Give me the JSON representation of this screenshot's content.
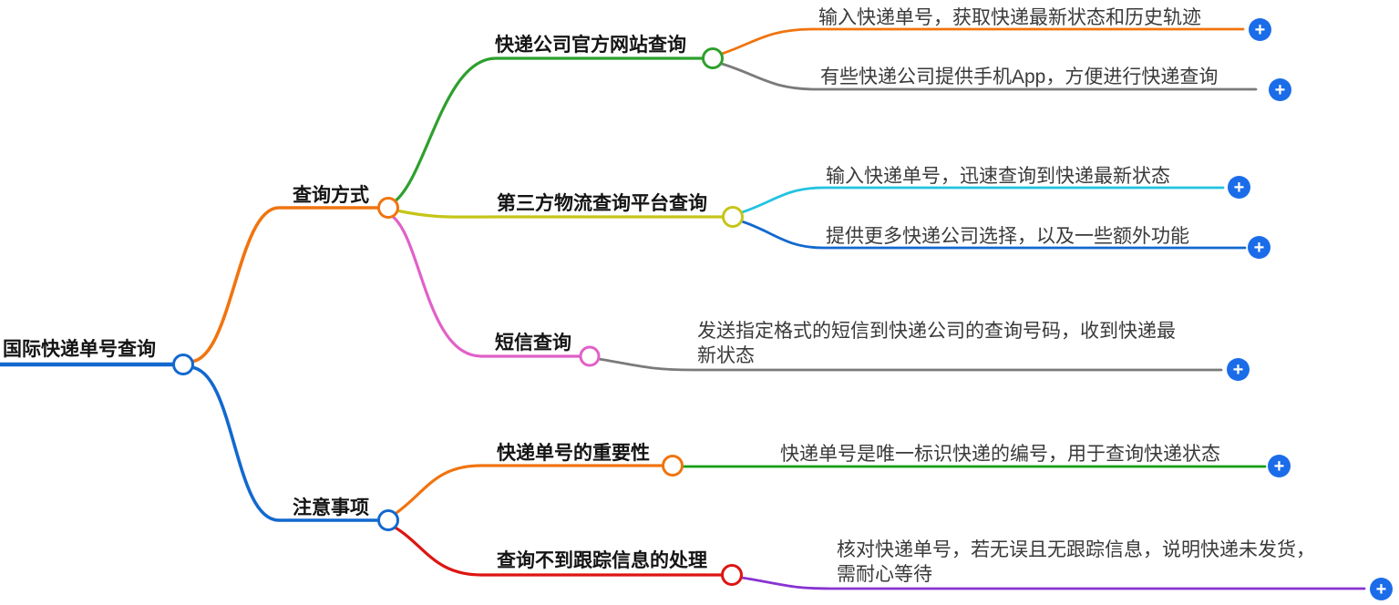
{
  "root": {
    "label": "国际快递单号查询",
    "color": "#1268cf"
  },
  "branches": [
    {
      "label": "查询方式",
      "color": "#f0740f",
      "children": [
        {
          "label": "快递公司官方网站查询",
          "color": "#2da02d",
          "leaves": [
            {
              "text": "输入快递单号，获取快递最新状态和历史轨迹",
              "color": "#f0740f"
            },
            {
              "text": "有些快递公司提供手机App，方便进行快递查询",
              "color": "#7a7a7a"
            }
          ]
        },
        {
          "label": "第三方物流查询平台查询",
          "color": "#c5c519",
          "leaves": [
            {
              "text": "输入快递单号，迅速查询到快递最新状态",
              "color": "#22c3e2"
            },
            {
              "text": "提供更多快递公司选择，以及一些额外功能",
              "color": "#1268cf"
            }
          ]
        },
        {
          "label": "短信查询",
          "color": "#e160c8",
          "leaves": [
            {
              "text": "发送指定格式的短信到快递公司的查询号码，收到快递最\n新状态",
              "color": "#7a7a7a"
            }
          ]
        }
      ]
    },
    {
      "label": "注意事项",
      "color": "#1268cf",
      "children": [
        {
          "label": "快递单号的重要性",
          "color": "#f0740f",
          "leaves": [
            {
              "text": "快递单号是唯一标识快递的编号，用于查询快递状态",
              "color": "#129f12"
            }
          ]
        },
        {
          "label": "查询不到跟踪信息的处理",
          "color": "#dd1512",
          "leaves": [
            {
              "text": "核对快递单号，若无误且无跟踪信息，说明快递未发货，\n需耐心等待",
              "color": "#8833d1"
            }
          ]
        }
      ]
    }
  ],
  "ui": {
    "plus_glyph": "+",
    "plus_color": "#1b6ce9"
  }
}
